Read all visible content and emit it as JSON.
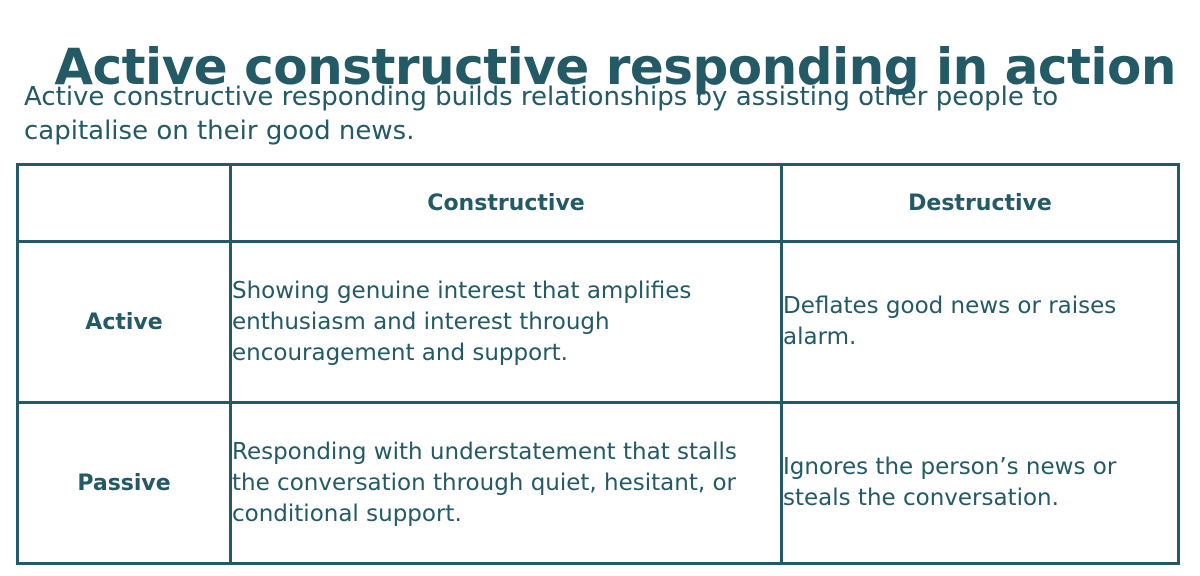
{
  "title": "Active constructive responding in action",
  "intro": "Active constructive responding builds relationships by assisting other people to capitalise on their good news.",
  "table": {
    "corner": "",
    "columns": [
      "Constructive",
      "Destructive"
    ],
    "rows": [
      {
        "label": "Active",
        "constructive": "Showing genuine interest that amplifies enthusiasm and interest through encouragement and support.",
        "destructive": "Deflates good news or raises alarm."
      },
      {
        "label": "Passive",
        "constructive": "Responding with understatement that stalls the conversation through quiet, hesitant, or conditional support.",
        "destructive": "Ignores the person’s news or steals the conversation."
      }
    ]
  },
  "colors": {
    "text": "#235a66",
    "border": "#235a66",
    "background": "#ffffff"
  }
}
